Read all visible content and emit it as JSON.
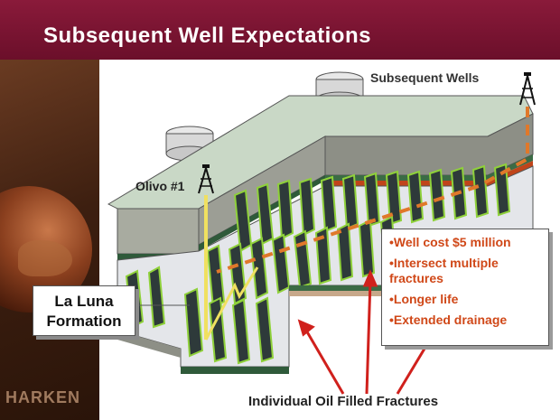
{
  "slide": {
    "title": "Subsequent Well Expectations",
    "logo_text": "HARKEN"
  },
  "labels": {
    "subsequent_wells": "Subsequent Wells",
    "olivo": "Olivo #1",
    "la_luna_line1": "La Luna",
    "la_luna_line2": "Formation",
    "fractures": "Individual Oil Filled Fractures"
  },
  "info_box": {
    "items": [
      "•Well cost $5 million",
      "•Intersect multiple fractures",
      "•Longer life",
      "•Extended drainage"
    ]
  },
  "colors": {
    "title_bar": "#7a1433",
    "accent_orange": "#d04818",
    "fracture_green": "#8fd13a",
    "well_yellow": "#f0e060"
  }
}
